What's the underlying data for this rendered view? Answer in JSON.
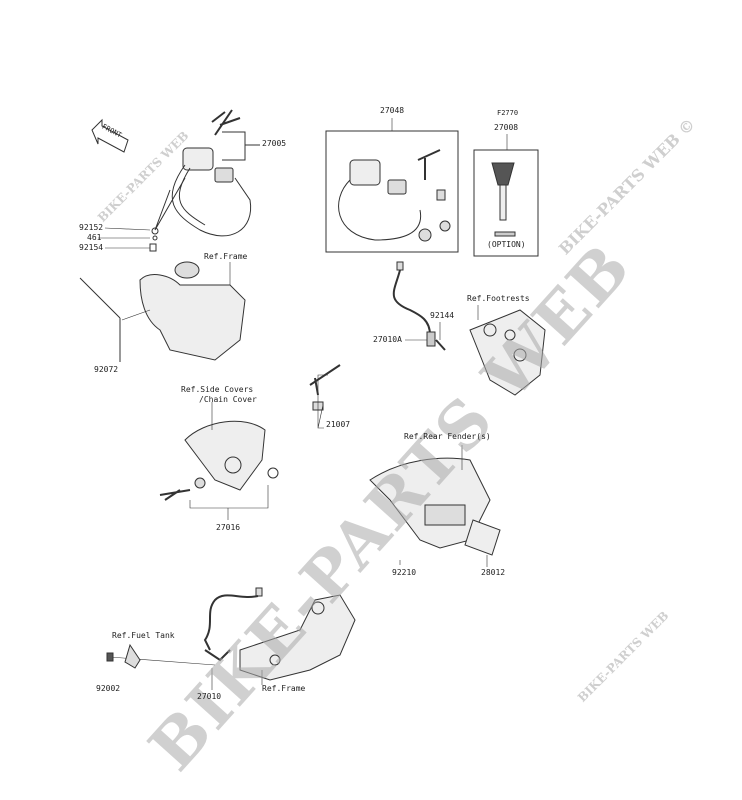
{
  "watermark": {
    "main": "BIKE-PARTS WEB",
    "small_top_left": "BIKE-PARTS WEB",
    "small_top_right": "BIKE-PARTS WEB ©",
    "small_bottom_right": "BIKE-PARTS WEB"
  },
  "front_arrow": "FRONT",
  "parts": {
    "p27005": "27005",
    "p92152": "92152",
    "p461": "461",
    "p92154": "92154",
    "p92072": "92072",
    "p27048": "27048",
    "pF2770": "F2770",
    "p27008": "27008",
    "option": "(OPTION)",
    "p92144": "92144",
    "p27010A": "27010A",
    "p21007": "21007",
    "p27016": "27016",
    "p92210": "92210",
    "p28012": "28012",
    "p92002": "92002",
    "p27010": "27010"
  },
  "refs": {
    "frame_top": "Ref.Frame",
    "footrests": "Ref.Footrests",
    "side_covers": "Ref.Side Covers",
    "chain_cover": "/Chain Cover",
    "rear_fender": "Ref.Rear Fender(s)",
    "fuel_tank": "Ref.Fuel Tank",
    "frame_bottom": "Ref.Frame"
  }
}
